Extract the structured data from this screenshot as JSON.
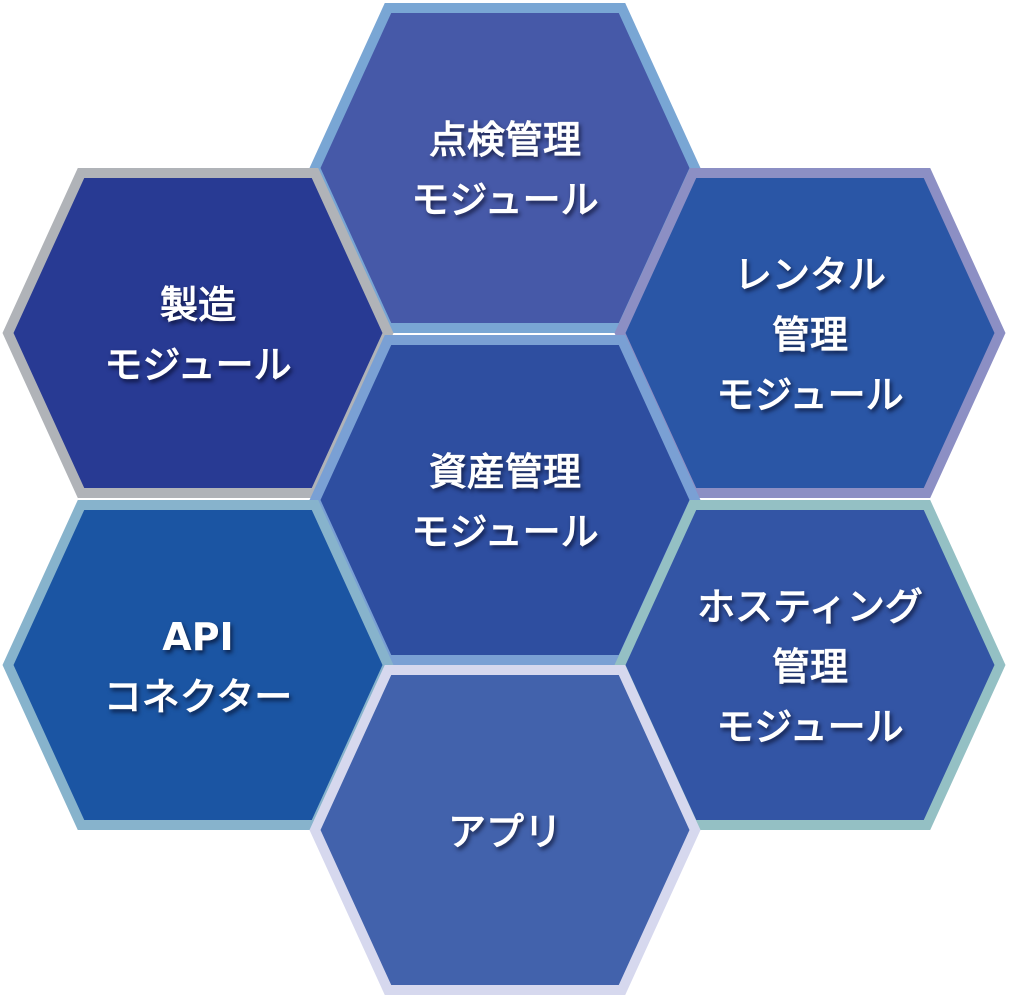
{
  "modules": [
    {
      "id": "inspection",
      "lines": [
        "点検管理",
        "モジュール"
      ],
      "fill": "#4659a8",
      "stroke": "#79a6d4"
    },
    {
      "id": "manufacturing",
      "lines": [
        "製造",
        "モジュール"
      ],
      "fill": "#283a93",
      "stroke": "#b0b3b8"
    },
    {
      "id": "rental",
      "lines": [
        "レンタル",
        "管理",
        "モジュール"
      ],
      "fill": "#2a56a6",
      "stroke": "#8c8fc4"
    },
    {
      "id": "asset",
      "lines": [
        "資産管理",
        "モジュール"
      ],
      "fill": "#2e4ea0",
      "stroke": "#7aa0d4"
    },
    {
      "id": "api",
      "lines": [
        "API",
        "コネクター"
      ],
      "fill": "#1b55a3",
      "stroke": "#87b3cc"
    },
    {
      "id": "hosting",
      "lines": [
        "ホスティング",
        "管理",
        "モジュール"
      ],
      "fill": "#3355a5",
      "stroke": "#94c0c4"
    },
    {
      "id": "app",
      "lines": [
        "アプリ"
      ],
      "fill": "#4262ac",
      "stroke": "#d6d8ee"
    }
  ]
}
